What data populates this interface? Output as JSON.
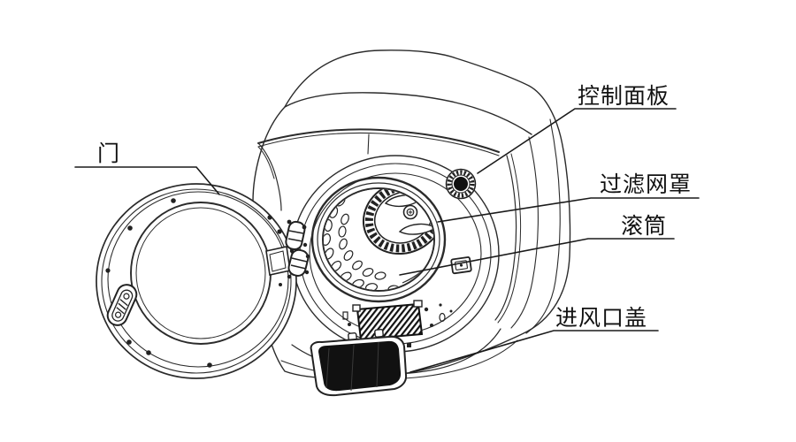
{
  "diagram": {
    "type": "exploded-parts-line-drawing",
    "subject": "mini-drum-dryer front view with open door",
    "background_color": "#ffffff",
    "line_color": "#2b2b2b",
    "text_color": "#111111",
    "labels": [
      {
        "part": "door",
        "text": "门"
      },
      {
        "part": "control-panel",
        "text": "控制面板"
      },
      {
        "part": "filter-mesh-cover",
        "text": "过滤网罩"
      },
      {
        "part": "drum",
        "text": "滚筒"
      },
      {
        "part": "air-inlet-cover",
        "text": "进风口盖"
      }
    ]
  }
}
